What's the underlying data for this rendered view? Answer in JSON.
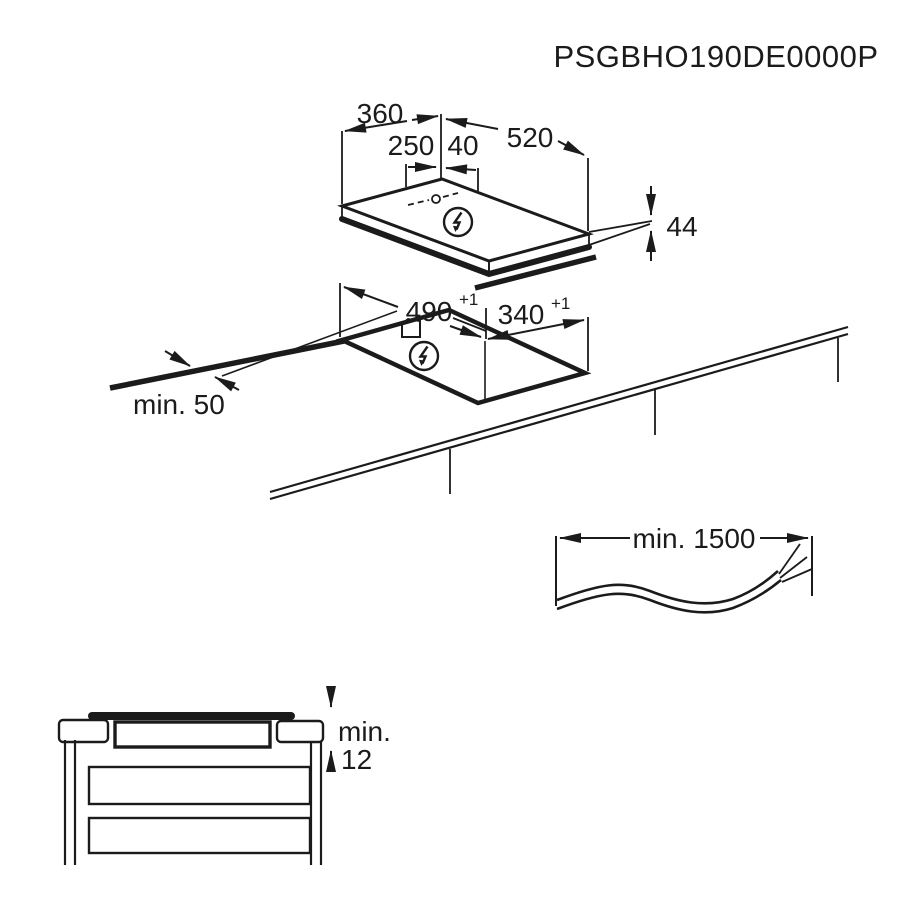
{
  "title": "PSGBHO190DE0000P",
  "colors": {
    "line": "#1b1b1b",
    "background": "#ffffff"
  },
  "exploded_view": {
    "hob_width": "360",
    "connection_offset": "250",
    "connection_width": "40",
    "hob_depth": "520",
    "hob_height": "44",
    "power_icon": "lightning-circle"
  },
  "cutout_view": {
    "cutout_length": "490",
    "cutout_length_tolerance": "+1",
    "cutout_depth": "340",
    "cutout_depth_tolerance": "+1",
    "front_clearance": "min. 50",
    "power_icon": "lightning-circle"
  },
  "cable_view": {
    "cable_length": "min. 1500"
  },
  "section_view": {
    "clearance_prefix": "min.",
    "clearance_value": "12"
  }
}
